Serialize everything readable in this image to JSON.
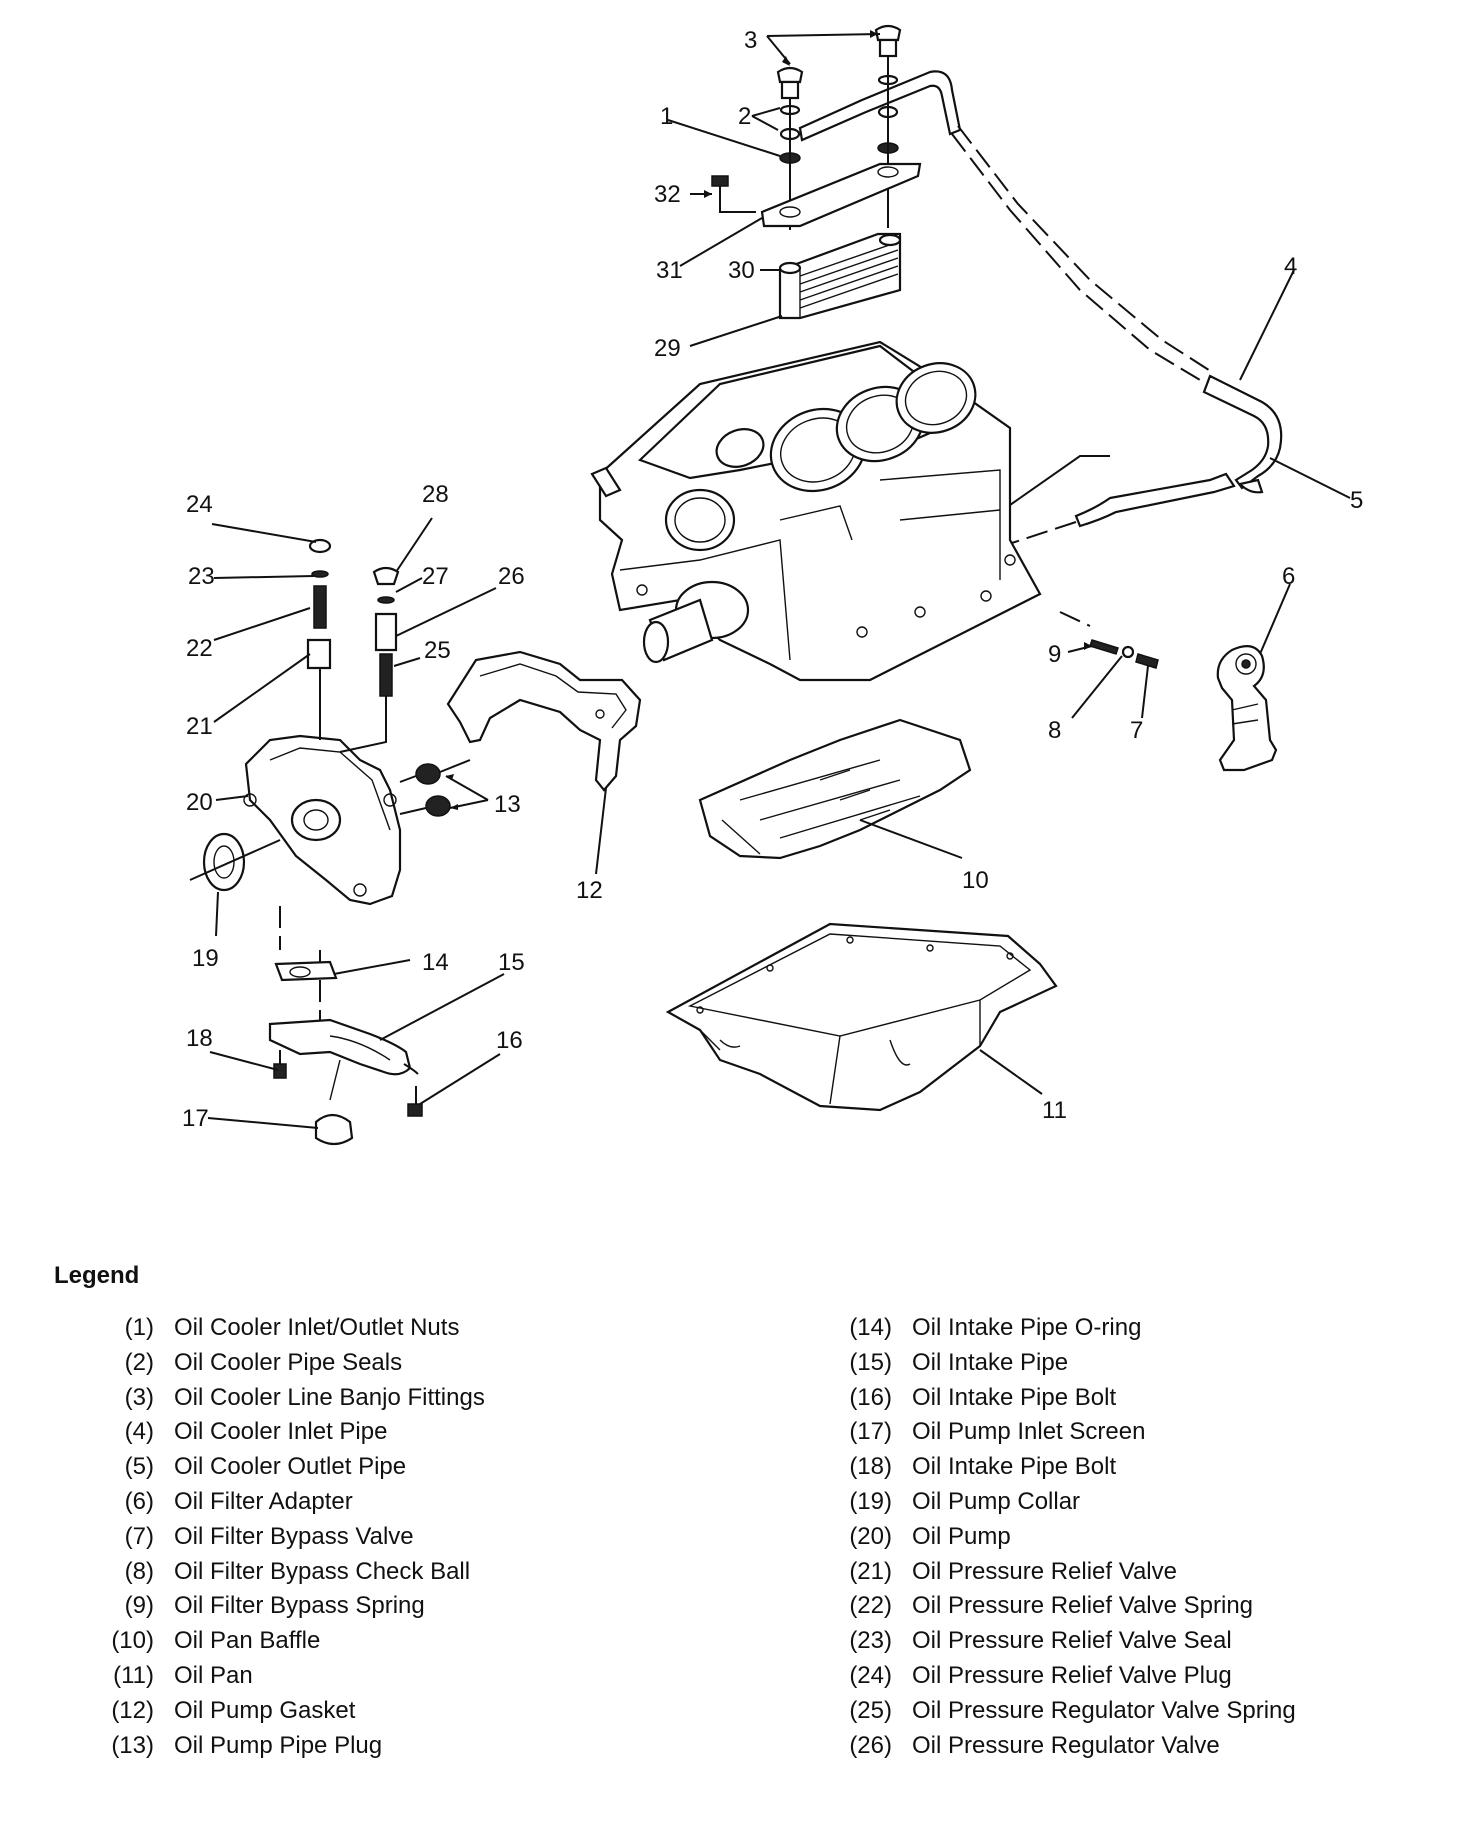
{
  "callouts": [
    "1",
    "2",
    "3",
    "4",
    "5",
    "6",
    "7",
    "8",
    "9",
    "10",
    "11",
    "12",
    "13",
    "14",
    "15",
    "16",
    "17",
    "18",
    "19",
    "20",
    "21",
    "22",
    "23",
    "24",
    "25",
    "26",
    "27",
    "28",
    "29",
    "30",
    "31",
    "32"
  ],
  "legend": {
    "title": "Legend",
    "left": [
      {
        "num": "(1)",
        "name": "Oil Cooler Inlet/Outlet Nuts"
      },
      {
        "num": "(2)",
        "name": "Oil Cooler Pipe Seals"
      },
      {
        "num": "(3)",
        "name": "Oil Cooler Line Banjo Fittings"
      },
      {
        "num": "(4)",
        "name": "Oil Cooler Inlet Pipe"
      },
      {
        "num": "(5)",
        "name": "Oil Cooler Outlet Pipe"
      },
      {
        "num": "(6)",
        "name": "Oil Filter Adapter"
      },
      {
        "num": "(7)",
        "name": "Oil Filter Bypass Valve"
      },
      {
        "num": "(8)",
        "name": "Oil Filter Bypass Check Ball"
      },
      {
        "num": "(9)",
        "name": "Oil Filter Bypass Spring"
      },
      {
        "num": "(10)",
        "name": "Oil Pan Baffle"
      },
      {
        "num": "(11)",
        "name": "Oil Pan"
      },
      {
        "num": "(12)",
        "name": "Oil Pump Gasket"
      },
      {
        "num": "(13)",
        "name": "Oil Pump Pipe Plug"
      }
    ],
    "right": [
      {
        "num": "(14)",
        "name": "Oil Intake Pipe O-ring"
      },
      {
        "num": "(15)",
        "name": "Oil Intake Pipe"
      },
      {
        "num": "(16)",
        "name": "Oil Intake Pipe Bolt"
      },
      {
        "num": "(17)",
        "name": "Oil Pump Inlet Screen"
      },
      {
        "num": "(18)",
        "name": "Oil Intake Pipe Bolt"
      },
      {
        "num": "(19)",
        "name": "Oil Pump Collar"
      },
      {
        "num": "(20)",
        "name": "Oil Pump"
      },
      {
        "num": "(21)",
        "name": "Oil Pressure Relief Valve"
      },
      {
        "num": "(22)",
        "name": "Oil Pressure Relief Valve Spring"
      },
      {
        "num": "(23)",
        "name": "Oil Pressure Relief Valve Seal"
      },
      {
        "num": "(24)",
        "name": "Oil Pressure Relief Valve Plug"
      },
      {
        "num": "(25)",
        "name": "Oil Pressure Regulator Valve Spring"
      },
      {
        "num": "(26)",
        "name": "Oil Pressure Regulator Valve"
      }
    ]
  }
}
